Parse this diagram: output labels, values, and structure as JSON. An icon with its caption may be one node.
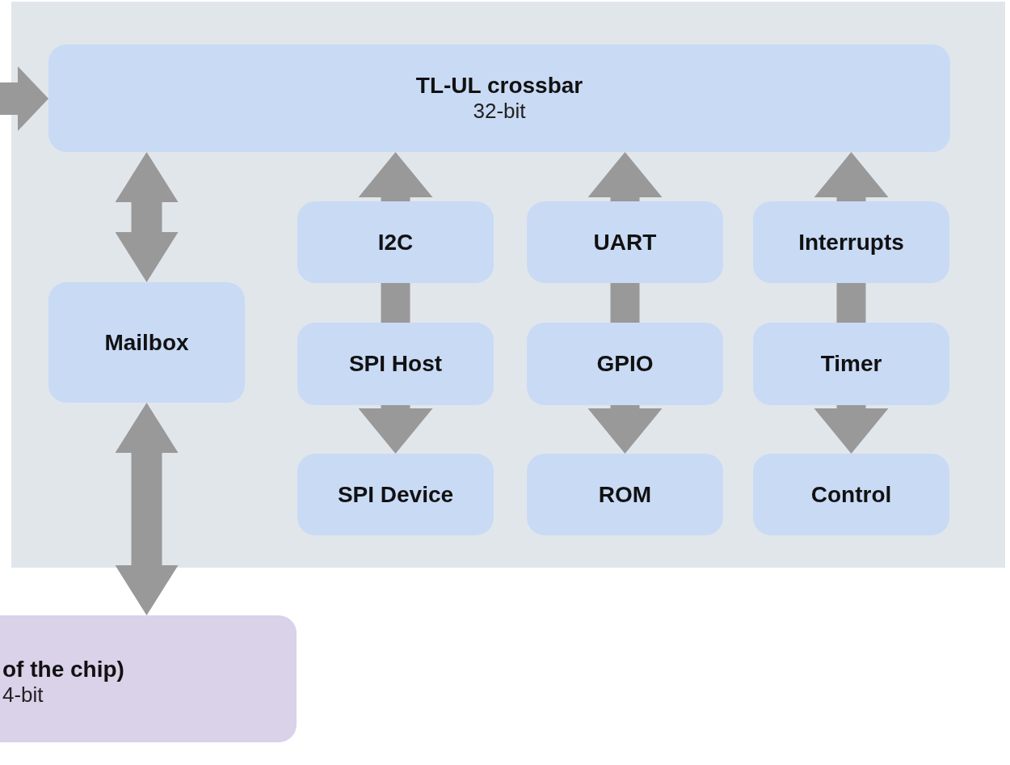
{
  "diagram": {
    "nodes": [
      {
        "text": [
          "TL-UL crossbar",
          "32-bit"
        ]
      },
      {
        "text": [
          "Mailbox"
        ]
      },
      {
        "text": [
          "I2C"
        ]
      },
      {
        "text": [
          "UART"
        ]
      },
      {
        "text": [
          "Interrupts"
        ]
      },
      {
        "text": [
          "SPI Host"
        ]
      },
      {
        "text": [
          "GPIO"
        ]
      },
      {
        "text": [
          "Timer"
        ]
      },
      {
        "text": [
          "SPI Device"
        ]
      },
      {
        "text": [
          "ROM"
        ]
      },
      {
        "text": [
          "Control"
        ]
      },
      {
        "text": [
          "of the chip)",
          "4-bit"
        ]
      }
    ],
    "edges": [
      {
        "from": null,
        "to": 0,
        "arrow": "to"
      },
      {
        "from": 0,
        "to": 1,
        "arrow": "both"
      },
      {
        "from": 1,
        "to": 11,
        "arrow": "both"
      },
      {
        "from": 2,
        "to": 0,
        "arrow": "to"
      },
      {
        "from": 3,
        "to": 0,
        "arrow": "to"
      },
      {
        "from": 4,
        "to": 0,
        "arrow": "to"
      },
      {
        "from": 2,
        "to": 5,
        "arrow": "none"
      },
      {
        "from": 3,
        "to": 6,
        "arrow": "none"
      },
      {
        "from": 4,
        "to": 7,
        "arrow": "none"
      },
      {
        "from": 5,
        "to": 8,
        "arrow": "to"
      },
      {
        "from": 6,
        "to": 9,
        "arrow": "to"
      },
      {
        "from": 7,
        "to": 10,
        "arrow": "to"
      }
    ]
  }
}
